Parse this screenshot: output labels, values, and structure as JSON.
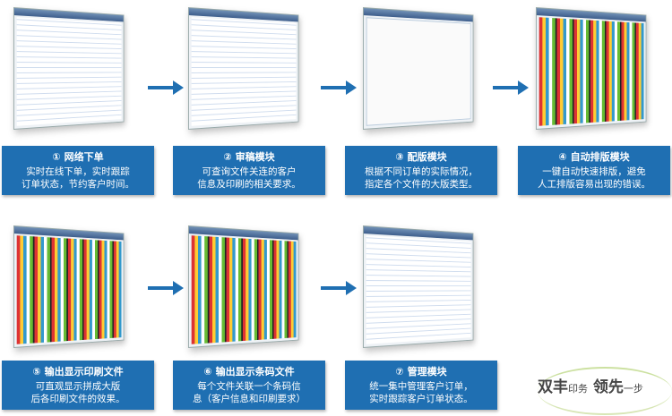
{
  "steps": [
    {
      "title": "① 网络下单",
      "desc1": "实时在线下单，实时跟踪",
      "desc2": "订单状态，节约客户时间。"
    },
    {
      "title": "② 审稿模块",
      "desc1": "可查询文件关连的客户",
      "desc2": "信息及印刷的相关要求。"
    },
    {
      "title": "③ 配版模块",
      "desc1": "根据不同订单的实际情况，",
      "desc2": "指定各个文件的大版类型。"
    },
    {
      "title": "④ 自动排版模块",
      "desc1": "一键自动快速排版，避免",
      "desc2": "人工排版容易出现的错误。"
    },
    {
      "title": "⑤ 输出显示印刷文件",
      "desc1": "可直观显示拼成大版",
      "desc2": "后各印刷文件的效果。"
    },
    {
      "title": "⑥ 输出显示条码文件",
      "desc1": "每个文件关联一个条码信",
      "desc2": "息（客户信息和印刷要求）"
    },
    {
      "title": "⑦ 管理模块",
      "desc1": "统一集中管理客户订单，",
      "desc2": "实时跟踪客户订单状态。"
    }
  ],
  "logo": {
    "brand": "双丰",
    "brand_small": "印务",
    "slogan": "领先",
    "slogan_small": "一步"
  }
}
